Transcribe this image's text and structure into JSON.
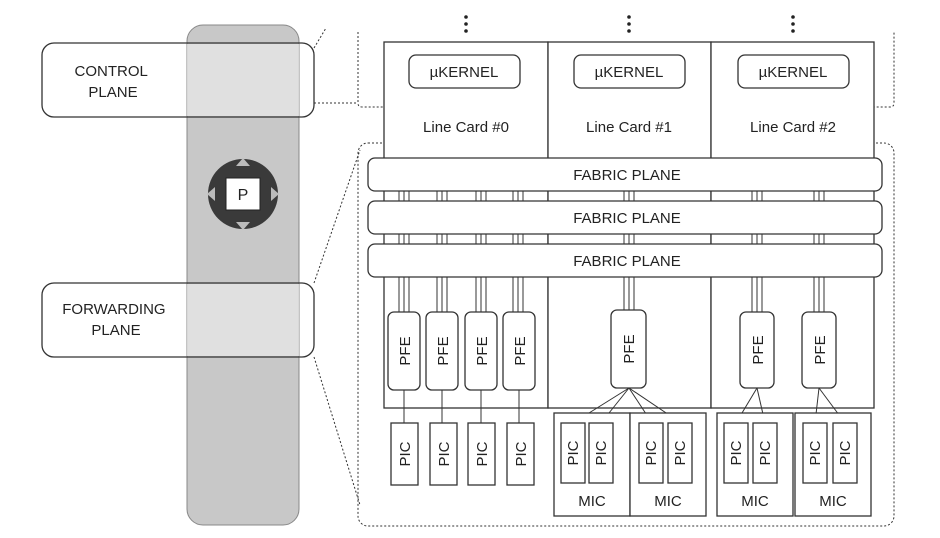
{
  "planes": {
    "control_label": "CONTROL\nPLANE",
    "forwarding_label": "FORWARDING\nPLANE"
  },
  "packet_icon": {
    "label": "P",
    "icon": "packet-arrows-icon"
  },
  "line_cards": [
    {
      "kernel": "µKERNEL",
      "name": "Line Card #0"
    },
    {
      "kernel": "µKERNEL",
      "name": "Line Card #1"
    },
    {
      "kernel": "µKERNEL",
      "name": "Line Card #2"
    }
  ],
  "fabric_planes": [
    "FABRIC PLANE",
    "FABRIC PLANE",
    "FABRIC PLANE"
  ],
  "pfe_label": "PFE",
  "pic_label": "PIC",
  "mic_label": "MIC",
  "colors": {
    "pillar": "#c8c8c8",
    "pillar_overlay": "#e6e6e6",
    "icon_circle": "#3a3a3a"
  }
}
